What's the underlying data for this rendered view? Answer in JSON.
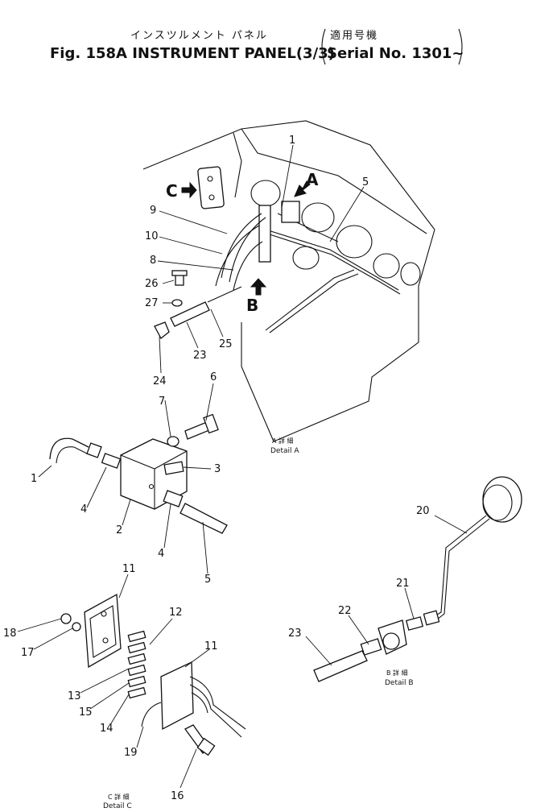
{
  "title": {
    "jp_line": "インスツルメント パネル",
    "jp_serial": "適用号機",
    "en_line": "Fig. 158A INSTRUMENT PANEL(3/3)",
    "serial": "Serial No. 1301~"
  },
  "view_labels": {
    "a": "A",
    "b": "B",
    "c": "C"
  },
  "details": {
    "a": {
      "jp": "A 詳 細",
      "en": "Detail A"
    },
    "b": {
      "jp": "B 詳 細",
      "en": "Detail B"
    },
    "c": {
      "jp": "C 詳 細",
      "en": "Detail C"
    }
  },
  "callouts": [
    {
      "id": "c1a",
      "label": "1"
    },
    {
      "id": "c5a",
      "label": "5"
    },
    {
      "id": "c9",
      "label": "9"
    },
    {
      "id": "c10",
      "label": "10"
    },
    {
      "id": "c8",
      "label": "8"
    },
    {
      "id": "c26",
      "label": "26"
    },
    {
      "id": "c27",
      "label": "27"
    },
    {
      "id": "c23a",
      "label": "23"
    },
    {
      "id": "c25",
      "label": "25"
    },
    {
      "id": "c24",
      "label": "24"
    },
    {
      "id": "c6",
      "label": "6"
    },
    {
      "id": "c7",
      "label": "7"
    },
    {
      "id": "c1b",
      "label": "1"
    },
    {
      "id": "c3",
      "label": "3"
    },
    {
      "id": "c4a",
      "label": "4"
    },
    {
      "id": "c2",
      "label": "2"
    },
    {
      "id": "c4b",
      "label": "4"
    },
    {
      "id": "c5b",
      "label": "5"
    },
    {
      "id": "c20",
      "label": "20"
    },
    {
      "id": "c21",
      "label": "21"
    },
    {
      "id": "c22",
      "label": "22"
    },
    {
      "id": "c23b",
      "label": "23"
    },
    {
      "id": "c11a",
      "label": "11"
    },
    {
      "id": "c12",
      "label": "12"
    },
    {
      "id": "c18",
      "label": "18"
    },
    {
      "id": "c17",
      "label": "17"
    },
    {
      "id": "c11b",
      "label": "11"
    },
    {
      "id": "c13",
      "label": "13"
    },
    {
      "id": "c15",
      "label": "15"
    },
    {
      "id": "c14",
      "label": "14"
    },
    {
      "id": "c19",
      "label": "19"
    },
    {
      "id": "c16",
      "label": "16"
    }
  ]
}
